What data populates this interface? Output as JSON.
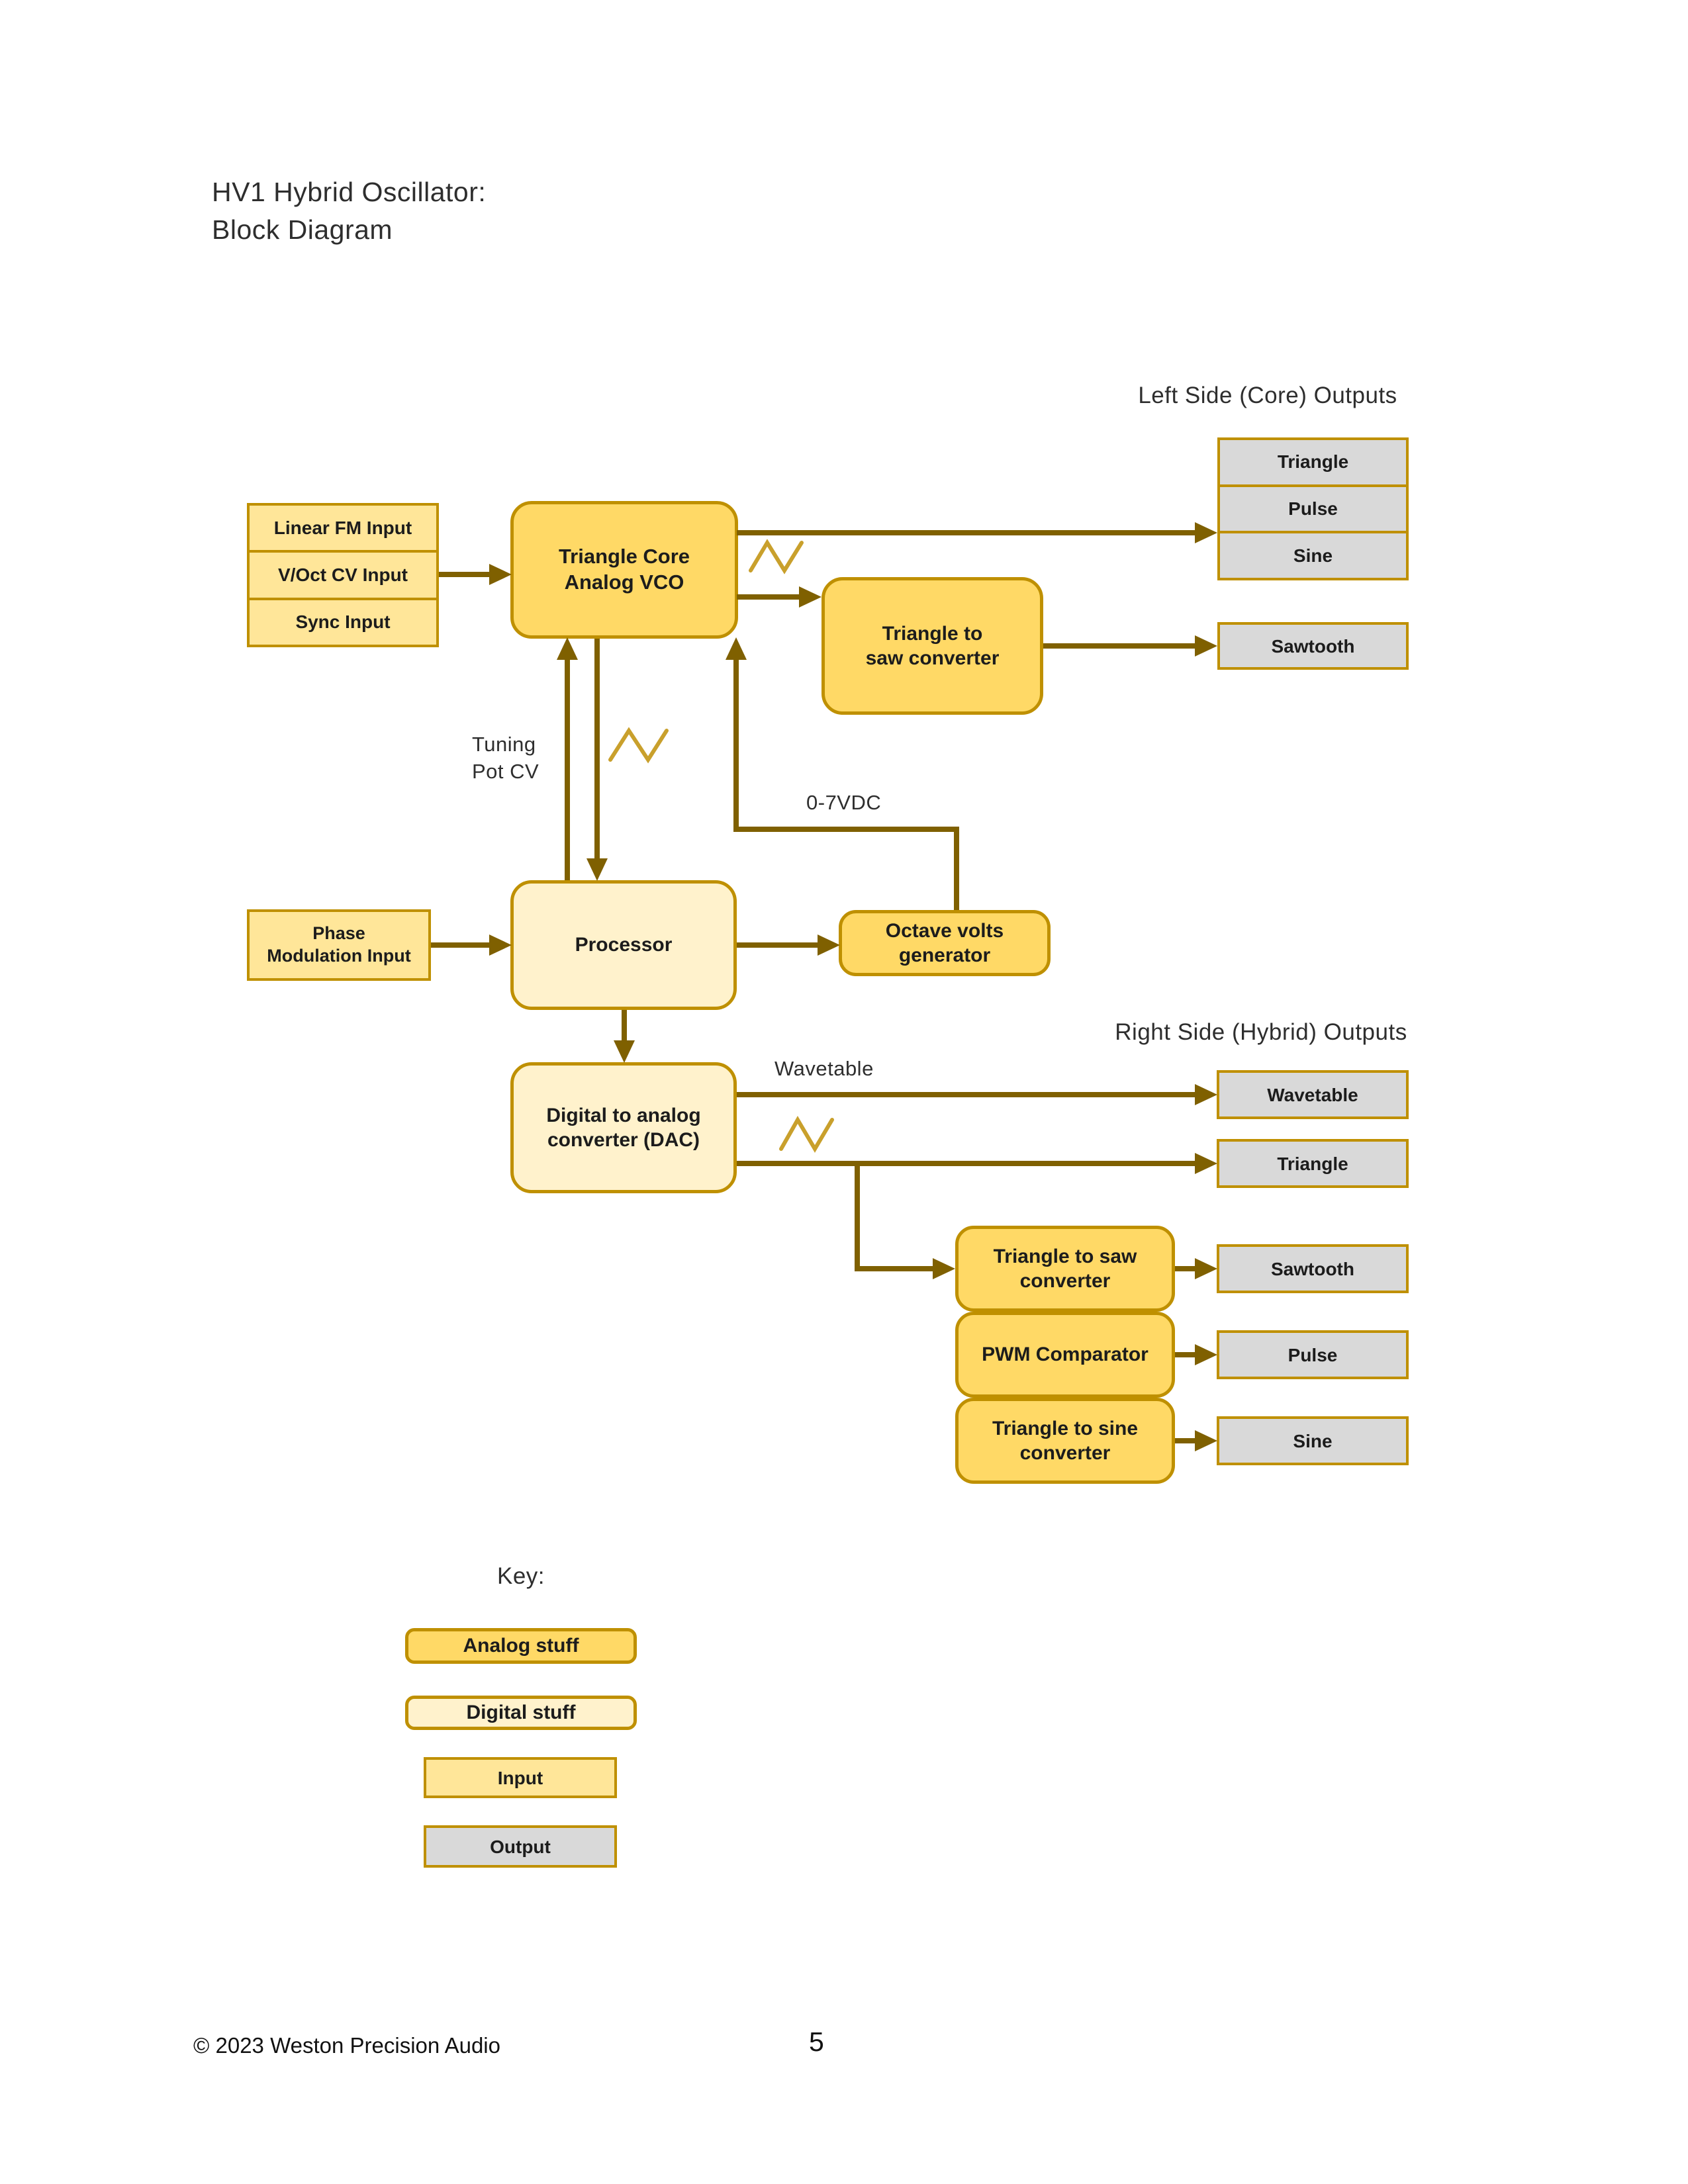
{
  "title": {
    "line1": "HV1 Hybrid Oscillator:",
    "line2": "Block Diagram"
  },
  "headings": {
    "left_outputs": "Left Side (Core) Outputs",
    "right_outputs": "Right Side (Hybrid) Outputs"
  },
  "core": {
    "inputs": [
      "Linear FM Input",
      "V/Oct CV Input",
      "Sync Input"
    ],
    "vco": "Triangle Core Analog VCO",
    "saw_converter": "Triangle to saw converter",
    "output_stack": [
      "Triangle",
      "Pulse",
      "Sine"
    ],
    "output_sawtooth": "Sawtooth"
  },
  "mid": {
    "processor": "Processor",
    "phase_mod_input": "Phase Modulation Input",
    "octave_volts": "Octave volts generator",
    "tuning_label": "Tuning Pot CV",
    "vdc_label": "0-7VDC"
  },
  "hybrid": {
    "dac": "Digital to analog converter (DAC)",
    "wavetable_label": "Wavetable",
    "converters": [
      "Triangle to saw converter",
      "PWM Comparator",
      "Triangle to sine converter"
    ],
    "outputs": [
      "Wavetable",
      "Triangle",
      "Sawtooth",
      "Pulse",
      "Sine"
    ]
  },
  "key": {
    "title": "Key:",
    "items": [
      "Analog stuff",
      "Digital stuff",
      "Input",
      "Output"
    ]
  },
  "footer": {
    "copyright": "© 2023 Weston Precision Audio",
    "page_number": "5"
  },
  "icons": {
    "triangle_wave": "triangle-wave-icon"
  },
  "colors": {
    "analog_fill": "#FFD966",
    "digital_fill": "#FFF2CC",
    "input_fill": "#FFE699",
    "output_fill": "#D9D9D9",
    "box_border": "#BF9000",
    "connector": "#7F6000",
    "wave_glyph": "#C9A02C"
  }
}
